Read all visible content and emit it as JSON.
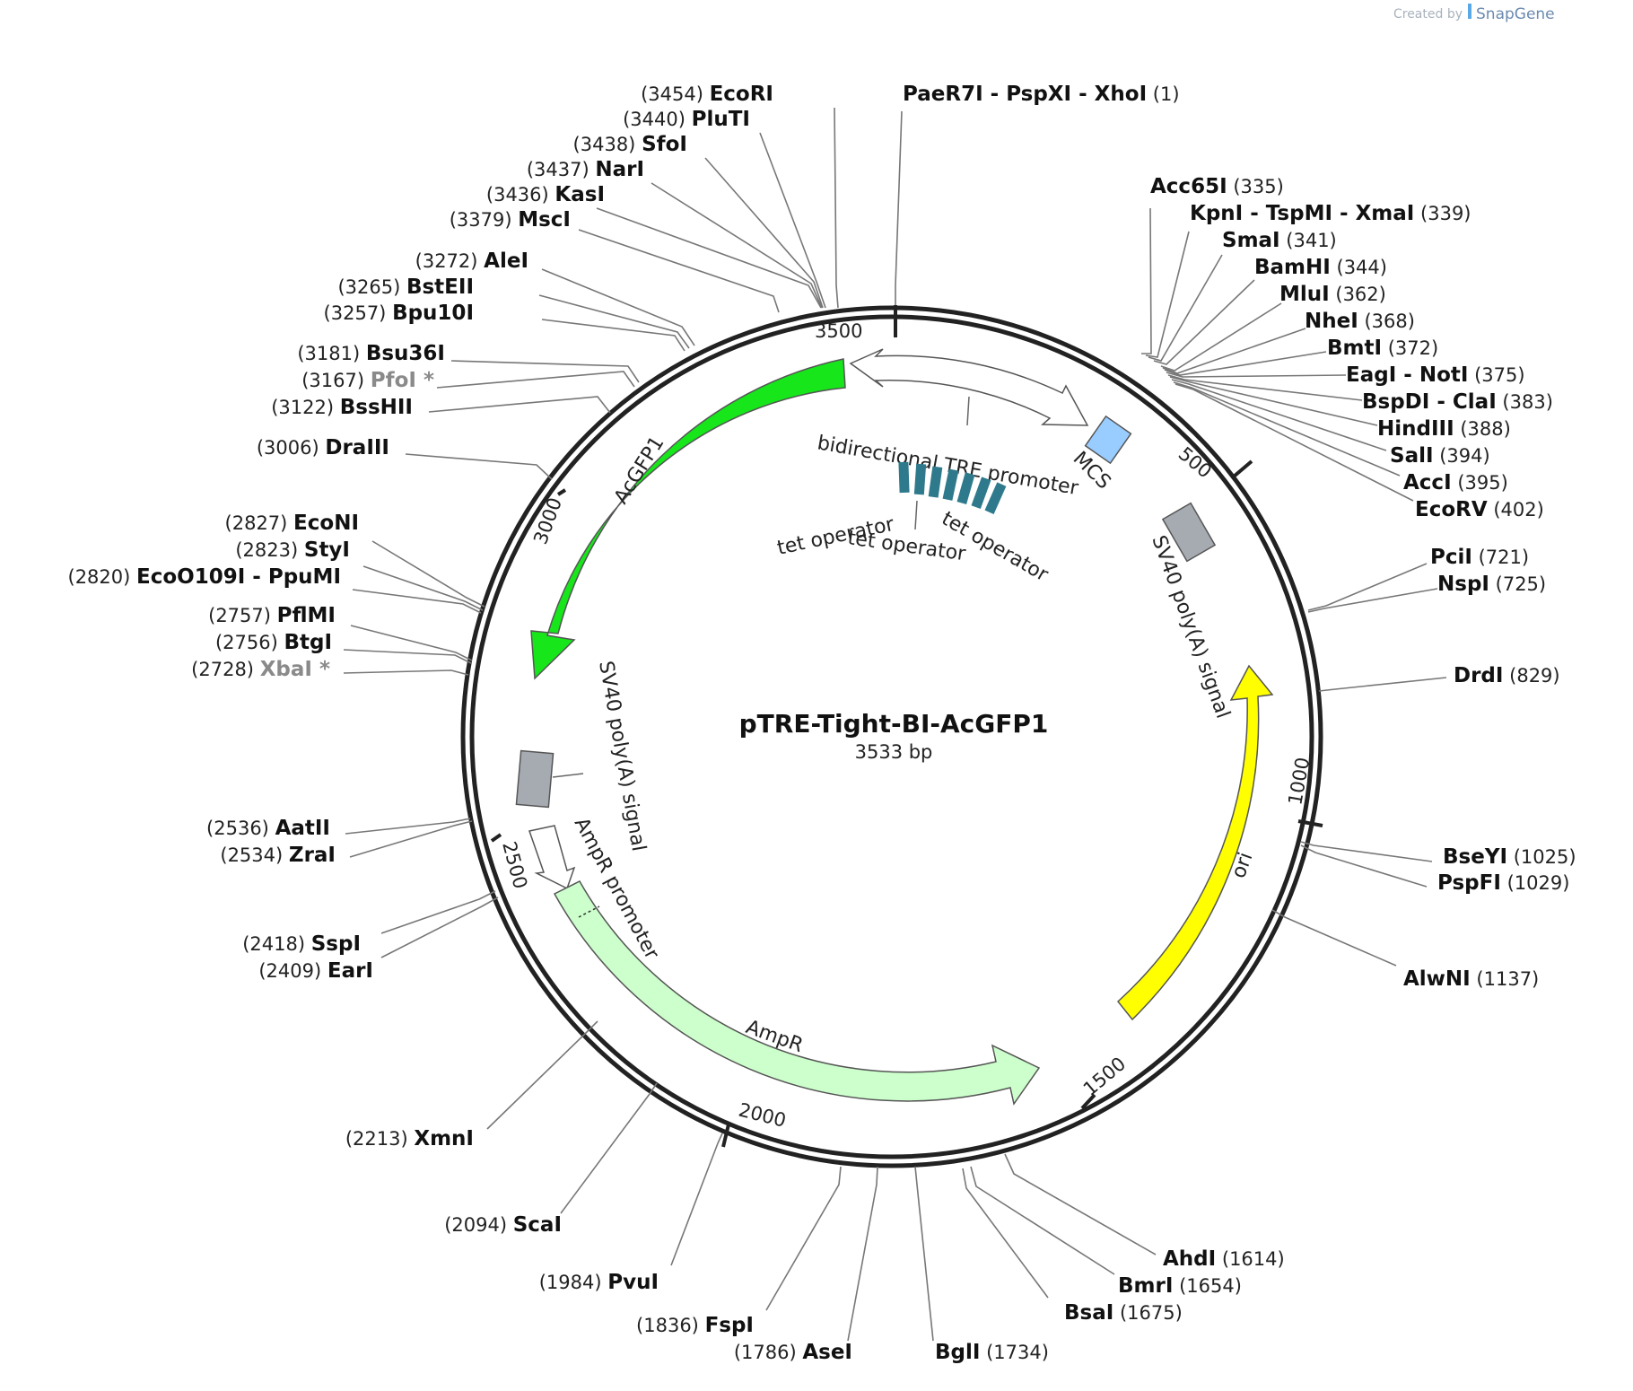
{
  "credit": {
    "prefix": "Created by",
    "brand": "SnapGene"
  },
  "plasmid": {
    "name": "pTRE-Tight-BI-AcGFP1",
    "length": "3533 bp"
  },
  "ticks": [
    "3500",
    "500",
    "1000",
    "1500",
    "2000",
    "2500",
    "3000"
  ],
  "sites": [
    {
      "id": "s-ecori",
      "name": "EcoRI",
      "pos": "(3454)"
    },
    {
      "id": "s-pluti",
      "name": "PluTI",
      "pos": "(3440)"
    },
    {
      "id": "s-sfoi",
      "name": "SfoI",
      "pos": "(3438)"
    },
    {
      "id": "s-nari",
      "name": "NarI",
      "pos": "(3437)"
    },
    {
      "id": "s-kasi",
      "name": "KasI",
      "pos": "(3436)"
    },
    {
      "id": "s-msci",
      "name": "MscI",
      "pos": "(3379)"
    },
    {
      "id": "s-alei",
      "name": "AleI",
      "pos": "(3272)"
    },
    {
      "id": "s-bsteii",
      "name": "BstEII",
      "pos": "(3265)"
    },
    {
      "id": "s-bpu10i",
      "name": "Bpu10I",
      "pos": "(3257)"
    },
    {
      "id": "s-bsu36i",
      "name": "Bsu36I",
      "pos": "(3181)"
    },
    {
      "id": "s-pfoi",
      "name": "PfoI *",
      "pos": "(3167)",
      "grey": true
    },
    {
      "id": "s-bsshii",
      "name": "BssHII",
      "pos": "(3122)"
    },
    {
      "id": "s-draiii",
      "name": "DraIII",
      "pos": "(3006)"
    },
    {
      "id": "s-econi",
      "name": "EcoNI",
      "pos": "(2827)"
    },
    {
      "id": "s-styi",
      "name": "StyI",
      "pos": "(2823)"
    },
    {
      "id": "s-ecoo109i",
      "name": "EcoO109I",
      "extra": "- PpuMI",
      "pos": "(2820)"
    },
    {
      "id": "s-pflmi",
      "name": "PflMI",
      "pos": "(2757)"
    },
    {
      "id": "s-btgi",
      "name": "BtgI",
      "pos": "(2756)"
    },
    {
      "id": "s-xbai",
      "name": "XbaI *",
      "pos": "(2728)",
      "grey": true
    },
    {
      "id": "s-aatii",
      "name": "AatII",
      "pos": "(2536)"
    },
    {
      "id": "s-zrai",
      "name": "ZraI",
      "pos": "(2534)"
    },
    {
      "id": "s-sspi",
      "name": "SspI",
      "pos": "(2418)"
    },
    {
      "id": "s-eari",
      "name": "EarI",
      "pos": "(2409)"
    },
    {
      "id": "s-xmni",
      "name": "XmnI",
      "pos": "(2213)"
    },
    {
      "id": "s-scai",
      "name": "ScaI",
      "pos": "(2094)"
    },
    {
      "id": "s-pvui",
      "name": "PvuI",
      "pos": "(1984)"
    },
    {
      "id": "s-fspi",
      "name": "FspI",
      "pos": "(1836)"
    },
    {
      "id": "s-asei",
      "name": "AseI",
      "pos": "(1786)"
    },
    {
      "id": "s-bgli",
      "name": "BglI",
      "pos": "(1734)"
    },
    {
      "id": "s-bsai",
      "name": "BsaI",
      "pos": "(1675)"
    },
    {
      "id": "s-bmri",
      "name": "BmrI",
      "pos": "(1654)"
    },
    {
      "id": "s-ahdi",
      "name": "AhdI",
      "pos": "(1614)"
    },
    {
      "id": "s-alwni",
      "name": "AlwNI",
      "pos": "(1137)"
    },
    {
      "id": "s-pspfi",
      "name": "PspFI",
      "pos": "(1029)"
    },
    {
      "id": "s-bseyi",
      "name": "BseYI",
      "pos": "(1025)"
    },
    {
      "id": "s-drdi",
      "name": "DrdI",
      "pos": "(829)"
    },
    {
      "id": "s-nspi",
      "name": "NspI",
      "pos": "(725)"
    },
    {
      "id": "s-pcii",
      "name": "PciI",
      "pos": "(721)"
    },
    {
      "id": "s-ecorv",
      "name": "EcoRV",
      "pos": "(402)"
    },
    {
      "id": "s-acci",
      "name": "AccI",
      "pos": "(395)"
    },
    {
      "id": "s-sali",
      "name": "SalI",
      "pos": "(394)"
    },
    {
      "id": "s-hindiii",
      "name": "HindIII",
      "pos": "(388)"
    },
    {
      "id": "s-bspdi",
      "name": "BspDI",
      "extra": "- ClaI",
      "pos": "(383)"
    },
    {
      "id": "s-eagi",
      "name": "EagI",
      "extra": "- NotI",
      "pos": "(375)"
    },
    {
      "id": "s-bmti",
      "name": "BmtI",
      "pos": "(372)"
    },
    {
      "id": "s-nhei",
      "name": "NheI",
      "pos": "(368)"
    },
    {
      "id": "s-mlui",
      "name": "MluI",
      "pos": "(362)"
    },
    {
      "id": "s-bamhi",
      "name": "BamHI",
      "pos": "(344)"
    },
    {
      "id": "s-smai",
      "name": "SmaI",
      "pos": "(341)"
    },
    {
      "id": "s-kpni",
      "name": "KpnI",
      "extra": "- TspMI - XmaI",
      "pos": "(339)"
    },
    {
      "id": "s-acc65i",
      "name": "Acc65I",
      "pos": "(335)"
    },
    {
      "id": "s-paer7i",
      "name": "PaeR7I",
      "extra": "- PspXI - XhoI",
      "pos": "(1)"
    }
  ],
  "features": {
    "acgfp1": "AcGFP1",
    "bidir_tre": "bidirectional TRE promoter",
    "mcs": "MCS",
    "tet_op_1": "tet operator",
    "tet_op_2": "tet operator",
    "tet_op_3": "tet operator",
    "sv40_right": "SV40 poly(A) signal",
    "sv40_left": "SV40 poly(A) signal",
    "ori": "ori",
    "ampr": "AmpR",
    "ampr_promoter": "AmpR promoter"
  },
  "colors": {
    "acgfp1": "#16e61a",
    "ori": "#ffff00",
    "ampr": "#ccffcc",
    "mcs": "#99ccff",
    "polyA": "#a6abb2",
    "tet": "#2e7a8c",
    "backbone": "#222222",
    "leader": "#777777"
  }
}
